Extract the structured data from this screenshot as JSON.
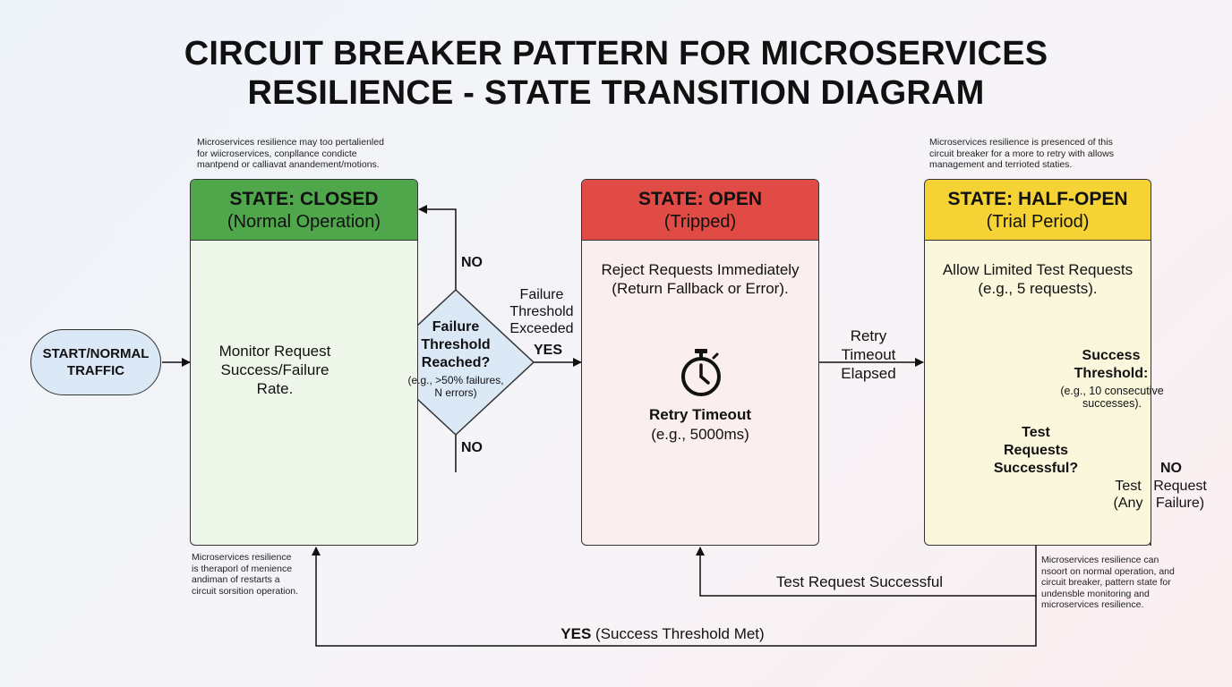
{
  "title": {
    "line1": "CIRCUIT BREAKER PATTERN FOR MICROSERVICES",
    "line2": "RESILIENCE - STATE TRANSITION DIAGRAM"
  },
  "notes": {
    "top_left": "Microservices resilience may too pertalienled\nfor wiicroservices, conpllance condicte\nmantpend or calliavat anandement/motions.",
    "top_right": "Microservices resilience is presenced of this\ncircuit breaker for a more to retry with allows\nmanagement and terrioted staties.",
    "bottom_left": "Microservices resilience\nis theraporl of menience\nandiman of restarts a\ncircuit sorsition operation.",
    "bottom_right": "Microservices resilience can\nnsoort on normal operation, and\ncircuit breaker, pattern state for\nundensble monitoring and\nmicroservices resilience."
  },
  "start": {
    "label": "START/NORMAL\nTRAFFIC"
  },
  "closed": {
    "title": "STATE: CLOSED",
    "subtitle": "(Normal Operation)",
    "body": "Monitor Request\nSuccess/Failure\nRate.",
    "color": "#4fa64b",
    "bg": "#eef6ea"
  },
  "decision_failure": {
    "title": "Failure\nThreshold\nReached?",
    "sub": "(e.g., >50% failures,\nN errors)"
  },
  "open": {
    "title": "STATE: OPEN",
    "subtitle": "(Tripped)",
    "body": "Reject Requests Immediately\n(Return Fallback or Error).",
    "icon": "stopwatch-icon",
    "timeout_title": "Retry Timeout",
    "timeout_value": "(e.g., 5000ms)",
    "color": "#e04b45",
    "bg": "#fbeeee"
  },
  "half_open": {
    "title": "STATE: HALF-OPEN",
    "subtitle": "(Trial Period)",
    "body": "Allow Limited Test Requests\n(e.g., 5 requests).",
    "success_threshold_title": "Success\nThreshold:",
    "success_threshold_sub": "(e.g., 10 consecutive\nsuccesses).",
    "color": "#f5d335",
    "bg": "#fbf7dc"
  },
  "decision_test": {
    "title": "Test\nRequests\nSuccessful?"
  },
  "labels": {
    "no_top": "NO",
    "no_bottom": "NO",
    "failure_exceeded": "Failure\nThreshold\nExceeded",
    "yes": "YES",
    "retry_elapsed": "Retry\nTimeout\nElapsed",
    "no_right": "NO",
    "test_any_failure_left": "Test\n(Any",
    "test_any_failure_right": "Request\nFailure)",
    "test_success": "Test Request Successful",
    "yes_bottom": "YES",
    "yes_bottom_rest": " (Success Threshold Met)"
  }
}
